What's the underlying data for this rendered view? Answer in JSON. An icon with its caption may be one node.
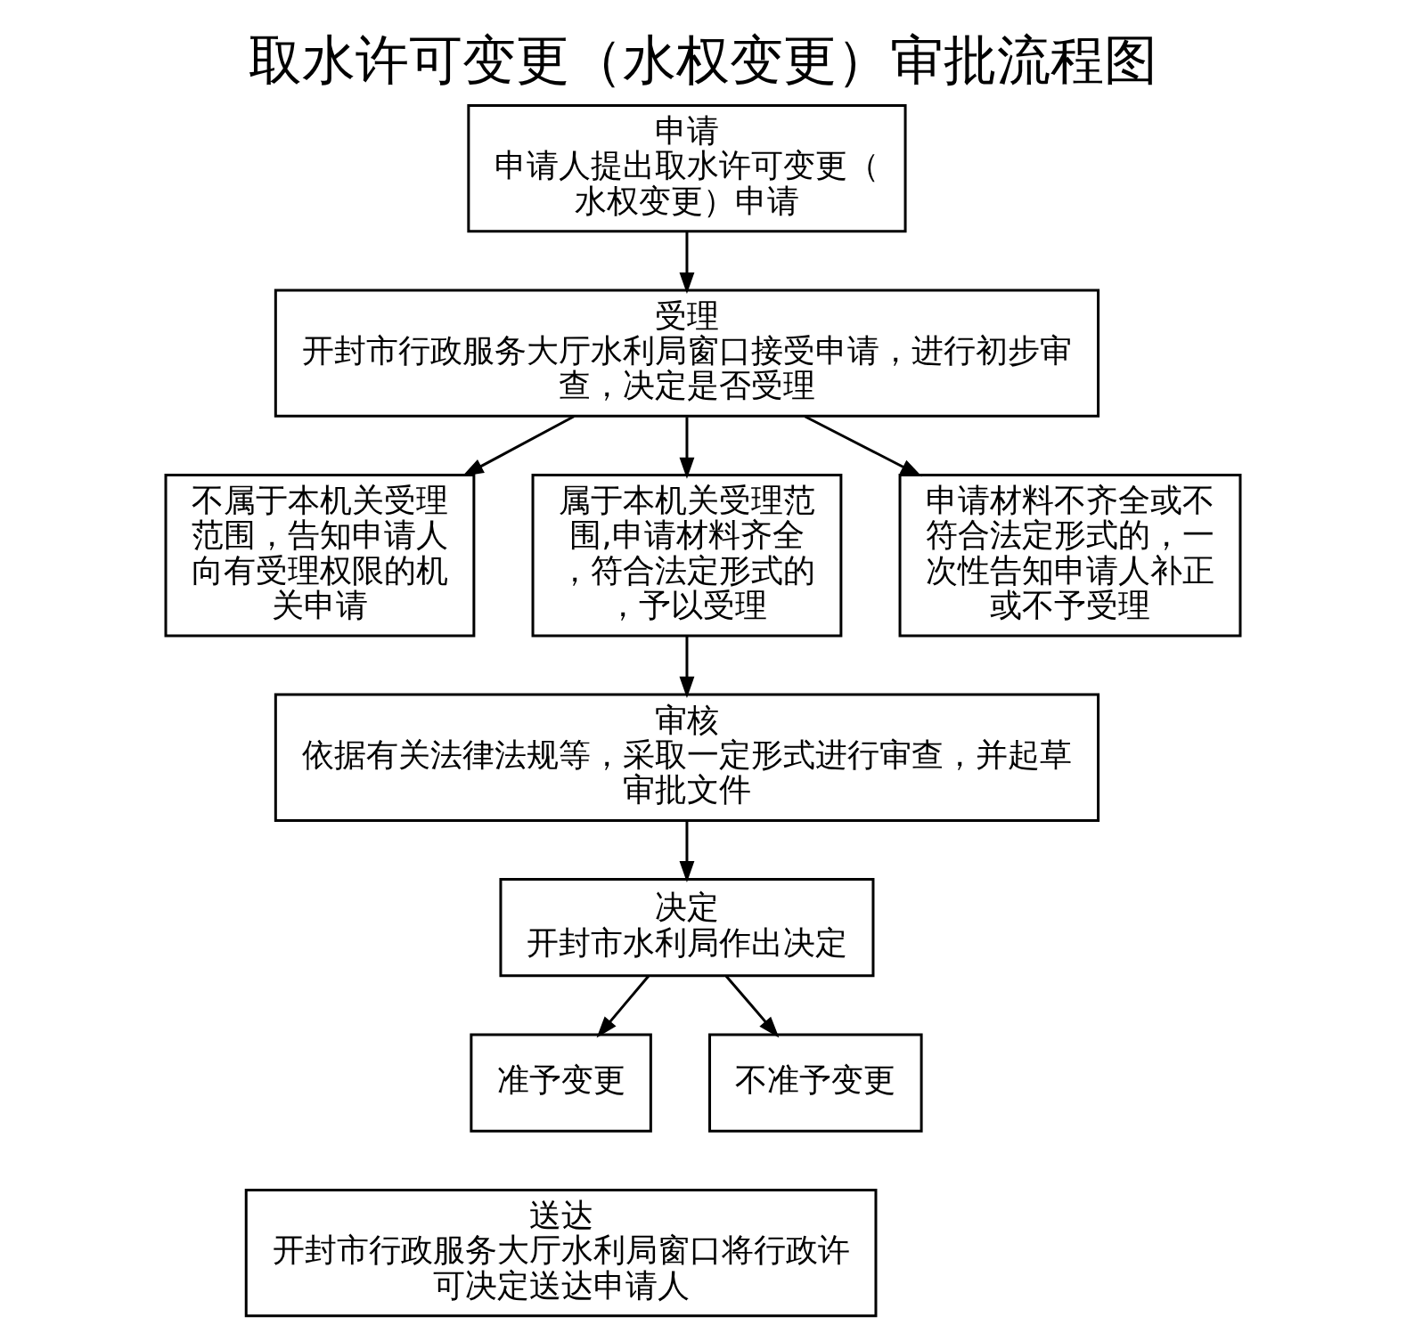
{
  "diagram": {
    "title": "取水许可变更（水权变更）审批流程图",
    "nodes": [
      {
        "text": [
          "申请",
          "申请人提出取水许可变更（水权变更）申请"
        ]
      },
      {
        "text": [
          "受理",
          "开封市行政服务大厅水利局窗口接受申请，进行初步审查，决定是否受理"
        ]
      },
      {
        "text": [
          "不属于本机关受理范围，告知申请人向有受理权限的机关申请"
        ]
      },
      {
        "text": [
          "属于本机关受理范围,申请材料齐全，符合法定形式的，予以受理"
        ]
      },
      {
        "text": [
          "申请材料不齐全或不符合法定形式的，一次性告知申请人补正或不予受理"
        ]
      },
      {
        "text": [
          "审核",
          "依据有关法律法规等，采取一定形式进行审查，并起草审批文件"
        ]
      },
      {
        "text": [
          "决定",
          "开封市水利局作出决定"
        ]
      },
      {
        "text": [
          "准予变更"
        ]
      },
      {
        "text": [
          "不准予变更"
        ]
      },
      {
        "text": [
          "送达",
          "开封市行政服务大厅水利局窗口将行政许可决定送达申请人"
        ]
      }
    ],
    "edges": [
      {
        "from": 0,
        "to": 1,
        "arrow": "to"
      },
      {
        "from": 1,
        "to": 2,
        "arrow": "to"
      },
      {
        "from": 1,
        "to": 3,
        "arrow": "to"
      },
      {
        "from": 1,
        "to": 4,
        "arrow": "to"
      },
      {
        "from": 3,
        "to": 5,
        "arrow": "to"
      },
      {
        "from": 5,
        "to": 6,
        "arrow": "to"
      },
      {
        "from": 6,
        "to": 7,
        "arrow": "to"
      },
      {
        "from": 6,
        "to": 8,
        "arrow": "to"
      }
    ]
  }
}
